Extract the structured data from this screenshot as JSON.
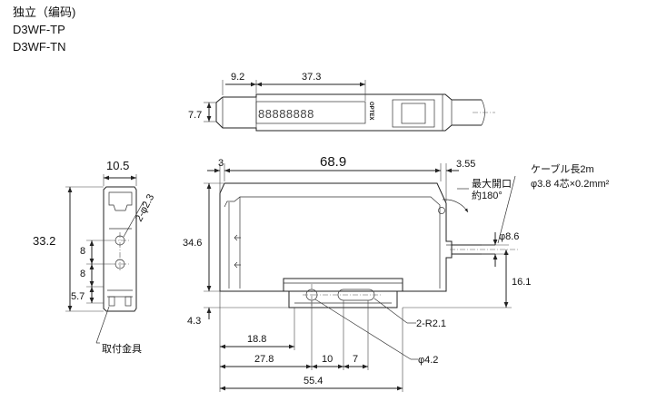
{
  "header": {
    "title": "独立（编码)",
    "model_1": "D3WF-TP",
    "model_2": "D3WF-TN"
  },
  "top_view": {
    "dim_left": "9.2",
    "dim_display": "37.3",
    "dim_height": "7.7",
    "display_digits": "88888888",
    "brand": "OPTEX"
  },
  "side_view": {
    "dim_width": "10.5",
    "dim_height": "33.2",
    "dim_pitch_1": "8",
    "dim_pitch_2": "8",
    "dim_bottom": "5.7",
    "hole_label": "2-φ2.3",
    "bracket_label": "取付金具"
  },
  "front_view": {
    "dim_left_gap": "3",
    "dim_length": "68.9",
    "dim_cable_offset": "3.55",
    "dim_height": "34.6",
    "dim_bracket": "4.3",
    "dim_cable_dia": "φ8.6",
    "dim_cable_height": "16.1",
    "dim_18_8": "18.8",
    "dim_27_8": "27.8",
    "dim_10": "10",
    "dim_7": "7",
    "dim_55_4": "55.4",
    "slot_label": "2-R2.1",
    "hole_label": "φ4.2",
    "open_label_1": "最大開口",
    "open_label_2": "約180°",
    "cable_label_1": "ケーブル長2m",
    "cable_label_2": "φ3.8  4芯×0.2mm²"
  }
}
